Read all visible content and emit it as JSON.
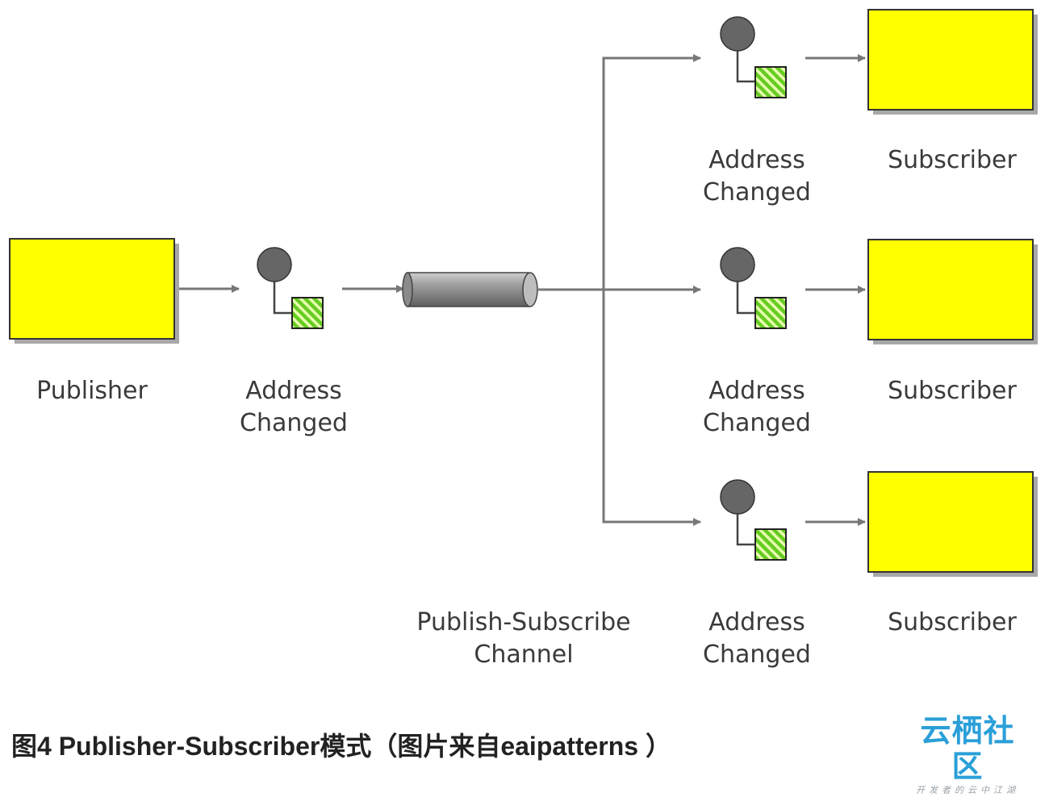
{
  "nodes": {
    "publisher": {
      "label": "Publisher"
    },
    "message": {
      "label_line1": "Address",
      "label_line2": "Changed"
    },
    "channel": {
      "label_line1": "Publish-Subscribe",
      "label_line2": "Channel"
    },
    "branches": [
      {
        "message_line1": "Address",
        "message_line2": "Changed",
        "subscriber": "Subscriber"
      },
      {
        "message_line1": "Address",
        "message_line2": "Changed",
        "subscriber": "Subscriber"
      },
      {
        "message_line1": "Address",
        "message_line2": "Changed",
        "subscriber": "Subscriber"
      }
    ]
  },
  "caption": "图4 Publisher-Subscriber模式（图片来自eaipatterns ）",
  "watermark": {
    "mark": "云栖社区",
    "sub": "开发者的云中江湖"
  },
  "colors": {
    "box_fill": "#ffff00",
    "box_shadow": "#a8a8a8",
    "arrow": "#777777",
    "envelope_fill": "#66cc22",
    "circle_fill": "#666666",
    "channel_fill": "#8a8a8a",
    "watermark": "#2a9fd8"
  }
}
